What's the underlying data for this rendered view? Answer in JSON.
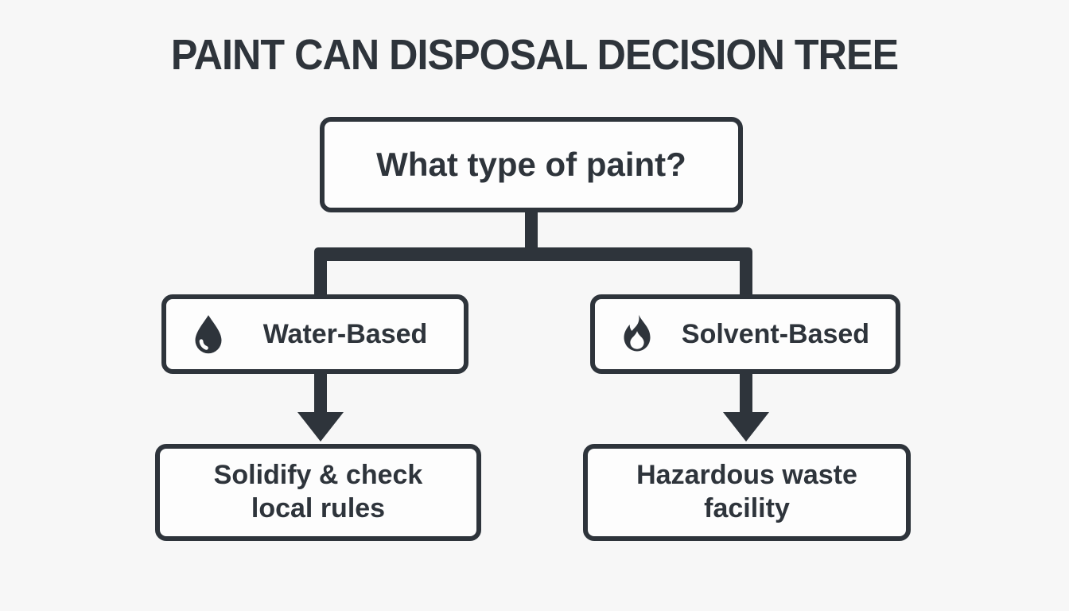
{
  "page": {
    "background_color": "#f7f7f7",
    "ink_color": "#2e343b",
    "title": "PAINT CAN DISPOSAL DECISION TREE"
  },
  "tree": {
    "root": {
      "label": "What type of paint?"
    },
    "branches": [
      {
        "id": "water-based",
        "icon": "water-drop-icon",
        "label": "Water-Based",
        "outcome_lines": [
          "Solidify & check",
          "local rules"
        ]
      },
      {
        "id": "solvent-based",
        "icon": "flame-icon",
        "label": "Solvent-Based",
        "outcome_lines": [
          "Hazardous waste",
          "facility"
        ]
      }
    ]
  }
}
